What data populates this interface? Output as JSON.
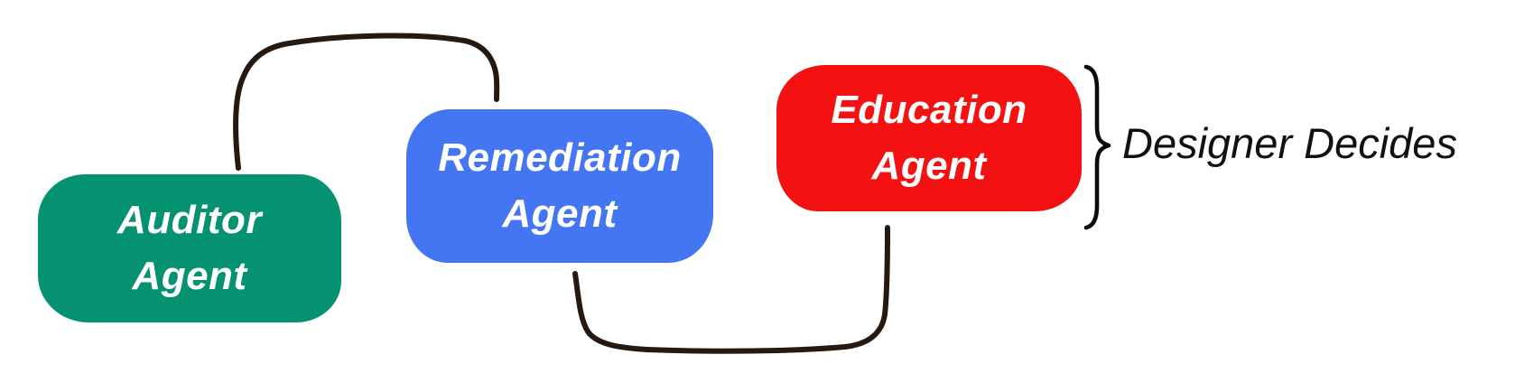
{
  "canvas": {
    "background": "#ffffff"
  },
  "diagram": {
    "nodes": [
      {
        "id": "auditor-agent",
        "label": "Auditor\nAgent",
        "color": "#059271",
        "text_color": "#ffffff"
      },
      {
        "id": "remediation-agent",
        "label": "Remediation\nAgent",
        "color": "#4475f2",
        "text_color": "#ffffff"
      },
      {
        "id": "education-agent",
        "label": "Education\nAgent",
        "color": "#f31112",
        "text_color": "#ffffff"
      }
    ],
    "connectors": [
      {
        "id": "auditor-to-remediation",
        "from": "auditor-agent",
        "to": "remediation-agent",
        "color": "#27190f"
      },
      {
        "id": "remediation-to-education",
        "from": "remediation-agent",
        "to": "education-agent",
        "color": "#27190f"
      }
    ],
    "annotation": {
      "label": "Designer Decides",
      "applies_to": "education-agent",
      "brace_color": "#0d0b0a",
      "text_color": "#111111"
    }
  }
}
